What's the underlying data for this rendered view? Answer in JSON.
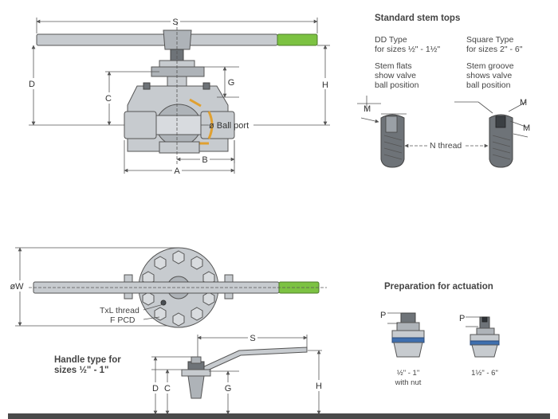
{
  "top_view": {
    "labels": {
      "S": "S",
      "D": "D",
      "C": "C",
      "G": "G",
      "H": "H",
      "A": "A",
      "B": "B",
      "ball_port": "ø Ball port"
    }
  },
  "stem_tops": {
    "title": "Standard stem tops",
    "dd": {
      "title": "DD Type",
      "sizes": "for sizes ½\" - 1½\"",
      "desc": [
        "Stem flats",
        "show valve",
        "ball position"
      ]
    },
    "square": {
      "title": "Square Type",
      "sizes": "for sizes 2\" - 6\"",
      "desc": [
        "Stem groove",
        "shows valve",
        "ball position"
      ]
    },
    "M": "M",
    "n_thread": "N thread"
  },
  "front_view": {
    "W": "øW",
    "txl": "TxL thread",
    "fpcd": "F PCD"
  },
  "handle_type": {
    "title": [
      "Handle type for",
      "sizes ½\" - 1\""
    ],
    "labels": {
      "S": "S",
      "D": "D",
      "C": "C",
      "G": "G",
      "H": "H"
    }
  },
  "actuation": {
    "title": "Preparation for actuation",
    "P": "P",
    "caption1": [
      "½\" - 1\"",
      "with nut"
    ],
    "caption2": "1½\" - 6\""
  },
  "colors": {
    "handle_grip": "#7cc242",
    "metal": "#c7cbcf",
    "weld": "#e0a030"
  }
}
